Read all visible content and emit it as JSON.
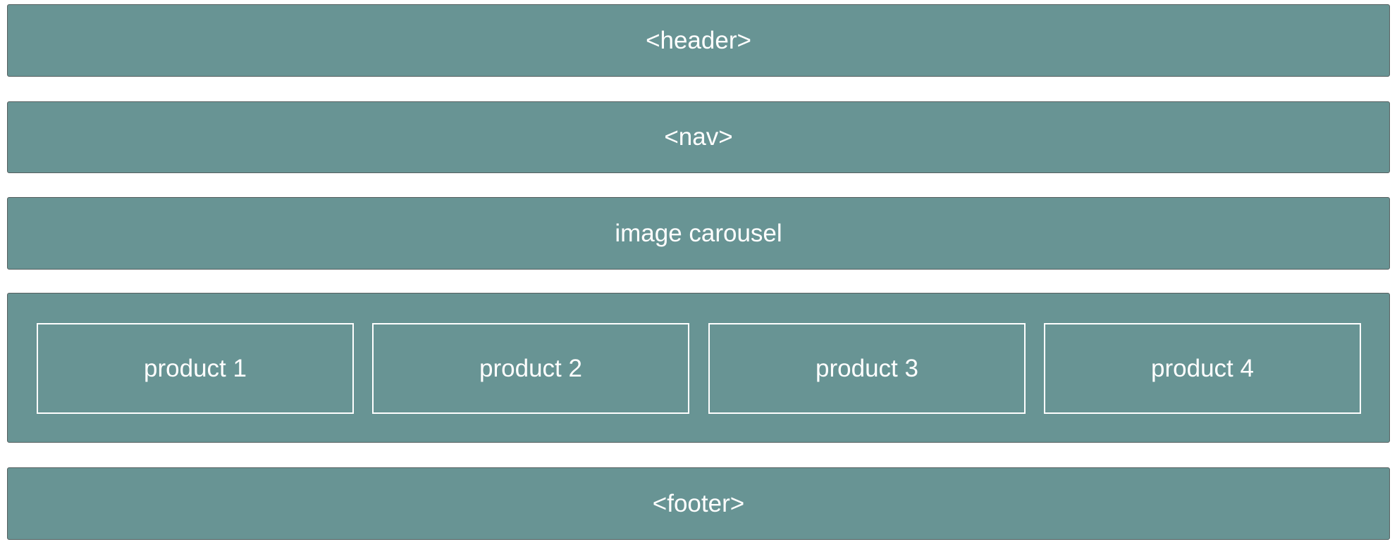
{
  "header": {
    "label": "<header>"
  },
  "nav": {
    "label": "<nav>"
  },
  "carousel": {
    "label": "image carousel"
  },
  "products": [
    {
      "label": "product 1"
    },
    {
      "label": "product 2"
    },
    {
      "label": "product 3"
    },
    {
      "label": "product 4"
    }
  ],
  "footer": {
    "label": "<footer>"
  },
  "colors": {
    "block_fill": "#689494",
    "block_border": "#555f5f",
    "text": "#ffffff",
    "product_border": "#ffffff"
  }
}
